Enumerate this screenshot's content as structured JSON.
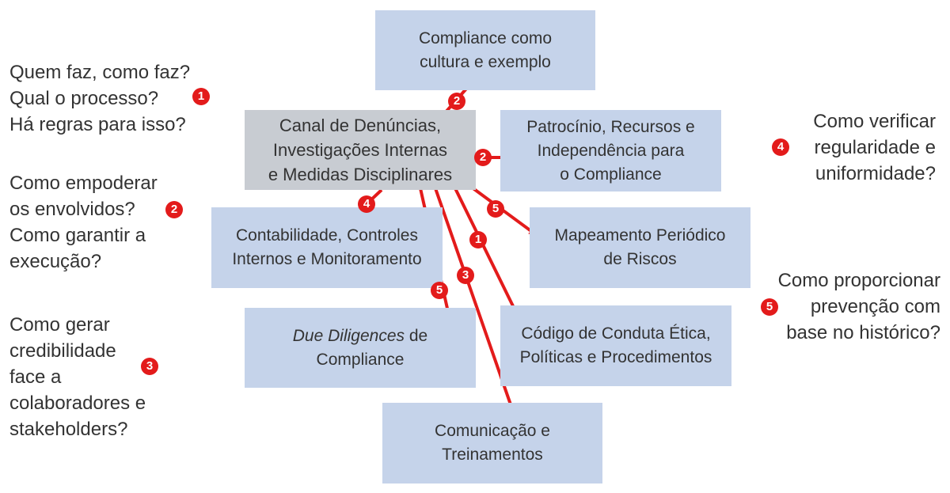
{
  "boxes": {
    "cultura": "Compliance como\ncultura e exemplo",
    "canal": "Canal de Denúncias,\nInvestigações Internas\ne Medidas Disciplinares",
    "patrocinio": "Patrocínio, Recursos e\nIndependência para\no Compliance",
    "contabilidade": "Contabilidade, Controles\nInternos e Monitoramento",
    "mapeamento": "Mapeamento Periódico\nde Riscos",
    "due_italic": "Due Diligences",
    "due_rest1": " de",
    "due_rest2": "Compliance",
    "codigo": "Código de Conduta Ética,\nPolíticas e Procedimentos",
    "comunicacao": "Comunicação e\nTreinamentos"
  },
  "questions": {
    "q1": "Quem faz, como faz?\nQual o processo?\nHá regras para isso?",
    "q2": "Como empoderar\nos envolvidos?\nComo garantir a\nexecução?",
    "q3": "Como gerar\ncredibilidade\nface a\ncolaboradores e\nstakeholders?",
    "q4": "Como verificar\nregularidade e\nuniformidade?",
    "q5": "Como proporcionar\nprevenção com\nbase no histórico?"
  },
  "badges": {
    "q1": "1",
    "q2": "2",
    "q3": "3",
    "q4": "4",
    "q5": "5",
    "a_cultura": "2",
    "a_patrocinio": "2",
    "a_contab": "4",
    "a_mapeamento": "5",
    "a_codigo": "1",
    "a_comunicacao": "3",
    "a_due": "5"
  },
  "colors": {
    "box": "#c5d3ea",
    "center_box": "#c8ccd2",
    "arrow": "#e31b1b",
    "text": "#333333"
  }
}
